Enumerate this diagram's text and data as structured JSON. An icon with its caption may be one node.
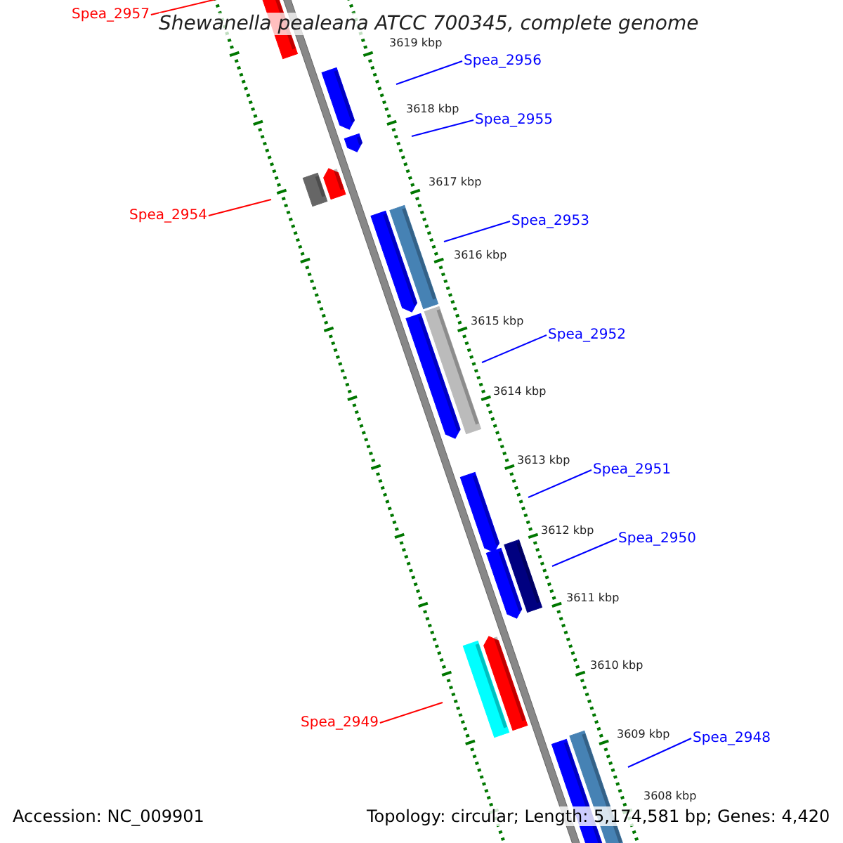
{
  "diagram": {
    "title": "Shewanella pealeana ATCC 700345, complete genome",
    "nodes": [
      {
        "text": [
          "Spea_2957"
        ]
      },
      {
        "text": [
          "Spea_2956"
        ]
      },
      {
        "text": [
          "Spea_2955"
        ]
      },
      {
        "text": [
          "Spea_2954"
        ]
      },
      {
        "text": [
          "Spea_2953"
        ]
      },
      {
        "text": [
          "Spea_2952"
        ]
      },
      {
        "text": [
          "Spea_2951"
        ]
      },
      {
        "text": [
          "Spea_2950"
        ]
      },
      {
        "text": [
          "Spea_2949"
        ]
      },
      {
        "text": [
          "Spea_2948"
        ]
      }
    ],
    "edges": [
      {
        "from": 0,
        "to": null,
        "arrow": "none",
        "color": "#ff0000"
      },
      {
        "from": 1,
        "to": null,
        "arrow": "none"
      },
      {
        "from": 2,
        "to": null,
        "arrow": "none"
      },
      {
        "from": 3,
        "to": null,
        "arrow": "none",
        "color": "#ff0000"
      },
      {
        "from": 4,
        "to": null,
        "arrow": "none"
      },
      {
        "from": 5,
        "to": null,
        "arrow": "none"
      },
      {
        "from": 6,
        "to": null,
        "arrow": "none"
      },
      {
        "from": 7,
        "to": null,
        "arrow": "none"
      },
      {
        "from": 8,
        "to": null,
        "arrow": "none",
        "color": "#ff0000"
      },
      {
        "from": 9,
        "to": null,
        "arrow": "none"
      }
    ],
    "labels": [
      "3619 kbp",
      "3618 kbp",
      "3617 kbp",
      "3616 kbp",
      "3615 kbp",
      "3614 kbp",
      "3613 kbp",
      "3612 kbp",
      "3611 kbp",
      "3610 kbp",
      "3609 kbp",
      "3608 kbp",
      "Accession: NC_009901",
      "Topology: circular; Length: 5,174,581 bp; Genes: 4,420"
    ]
  }
}
